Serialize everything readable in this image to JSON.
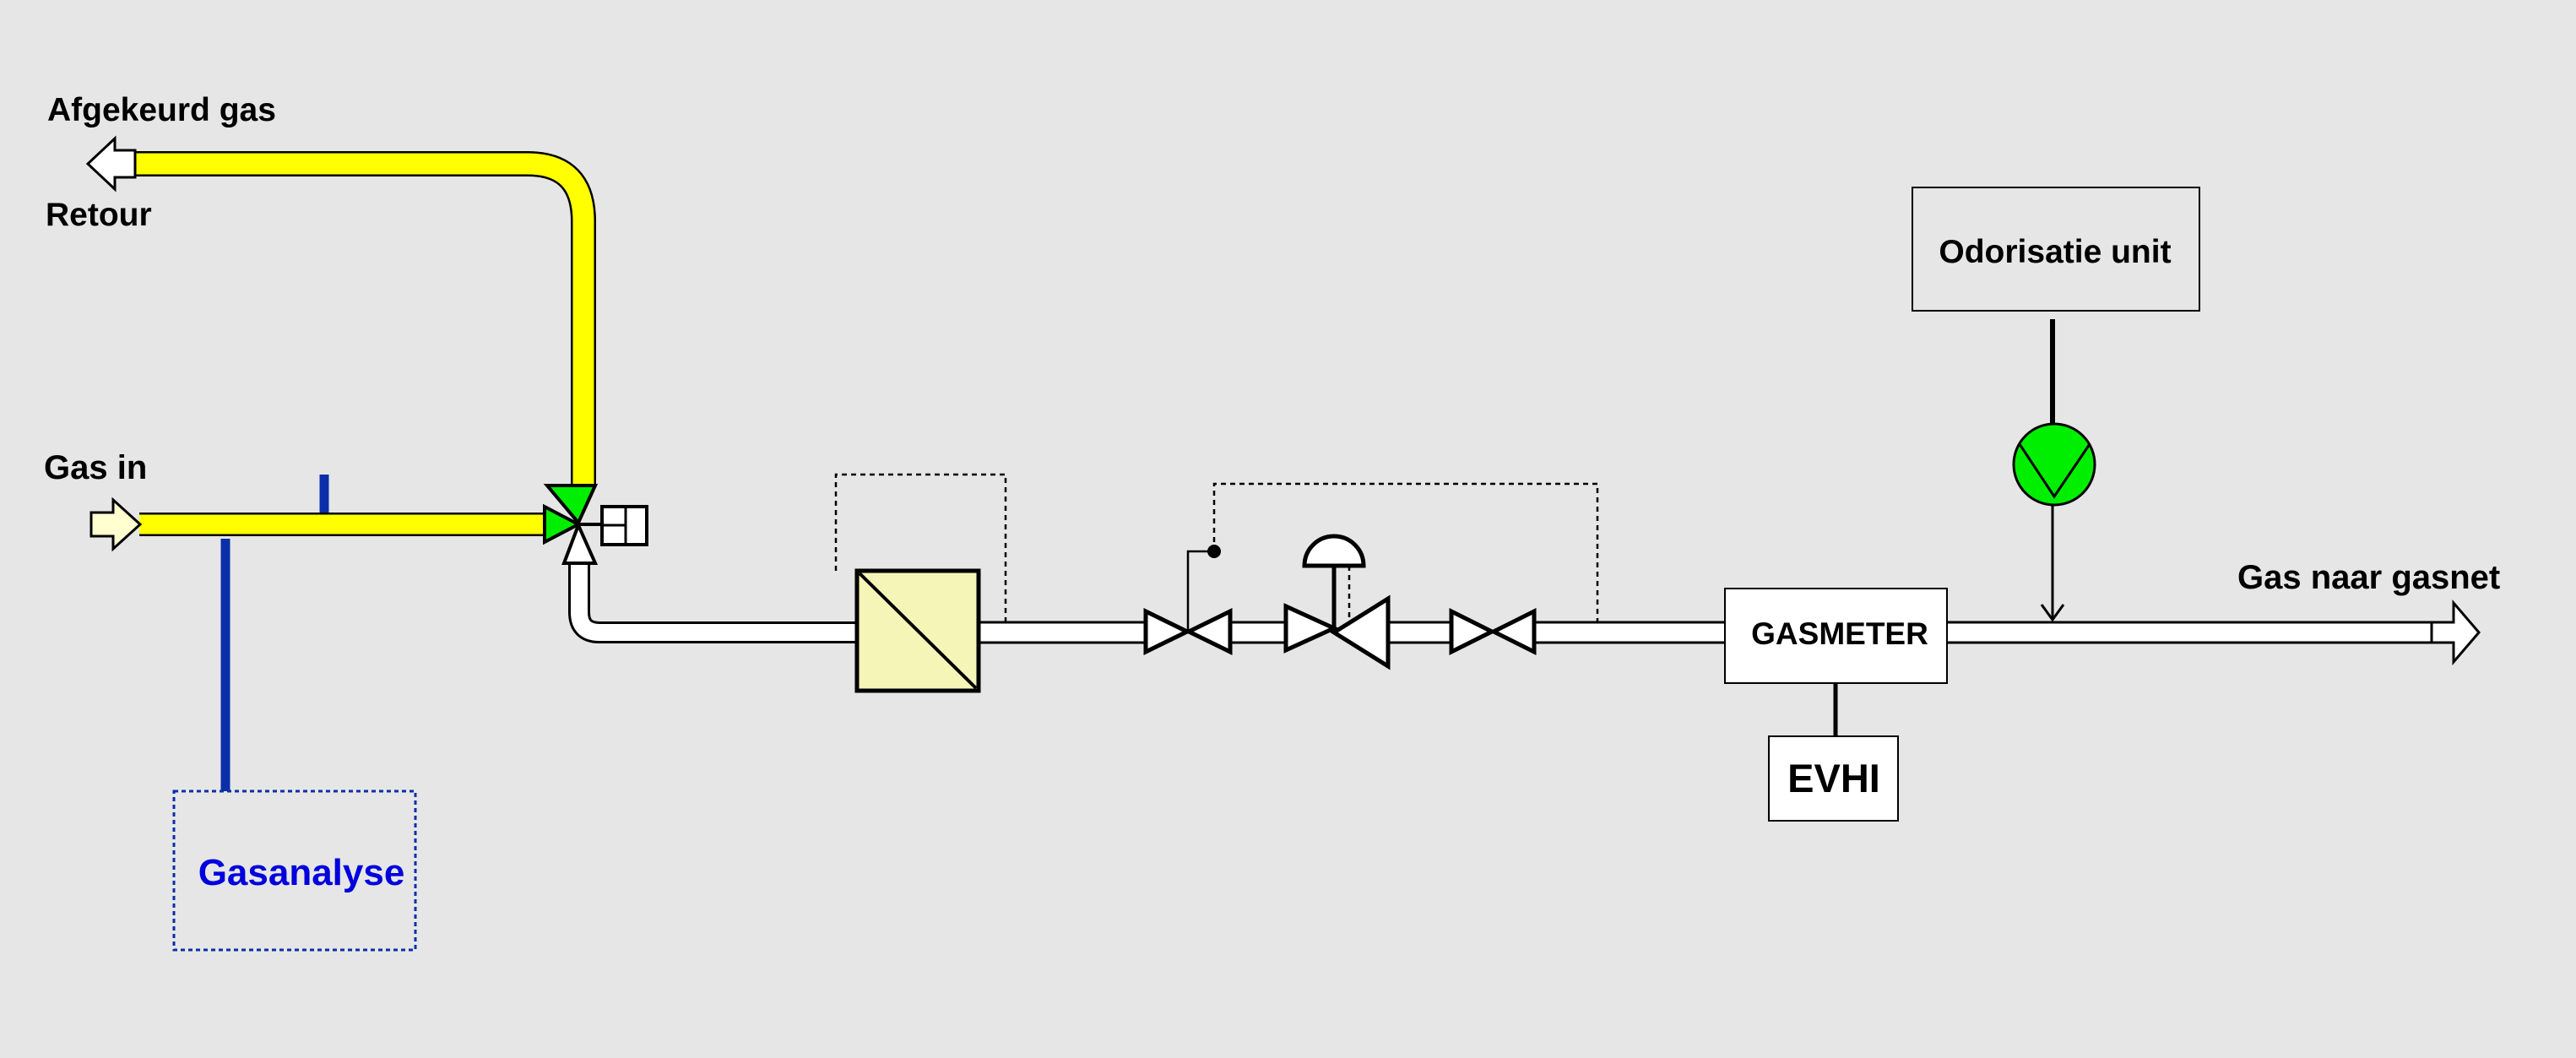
{
  "labels": {
    "rejected_gas": "Afgekeurd gas",
    "return": "Retour",
    "gas_in": "Gas in",
    "gas_analysis": "Gasanalyse",
    "odorisation_unit": "Odorisatie unit",
    "gas_meter": "GASMETER",
    "evhi": "EVHI",
    "gas_to_grid": "Gas naar gasnet"
  },
  "colors": {
    "background": "#e6e6e6",
    "yellow_pipe": "#ffff00",
    "valve_green": "#00ee00",
    "filter_fill": "#f5f5b8",
    "analysis_blue": "#0a2fa8",
    "analysis_text": "#0000dd"
  },
  "icons": {
    "three_way_valve": "three-way-valve-icon",
    "filter": "filter-icon",
    "manual_valve_1": "ball-valve-icon",
    "control_valve": "pressure-regulator-icon",
    "manual_valve_2": "ball-valve-icon",
    "odorant_pump": "dosing-pump-icon"
  }
}
